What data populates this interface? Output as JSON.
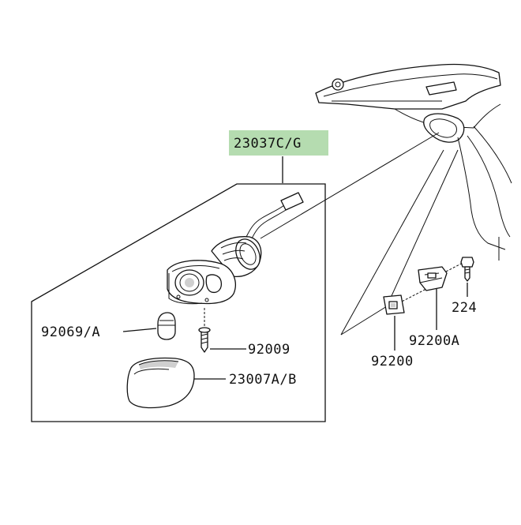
{
  "diagram": {
    "highlight_color": "#b5dcb0",
    "labels": {
      "assembly": "23037C/G",
      "bulb": "92069/A",
      "screw": "92009",
      "lens": "23007A/B",
      "bolt": "224",
      "bracket_a": "92200A",
      "bracket": "92200"
    }
  }
}
